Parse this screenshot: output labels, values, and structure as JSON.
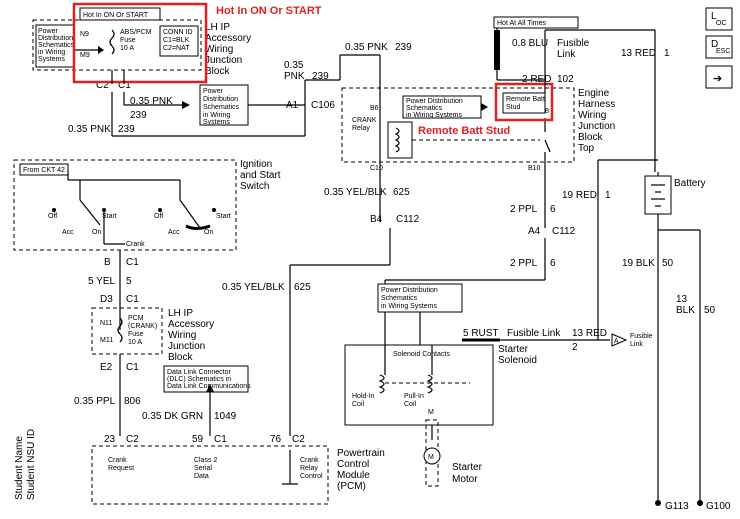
{
  "annotations": {
    "hot_in_on_start": "Hot In ON Or START",
    "remote_batt_stud": "Remote Batt Stud",
    "student_name": "Student Name",
    "student_nsu_id": "Student NSU ID"
  },
  "lh_ip_top": {
    "hot_label": "Hot In ON Or START",
    "pds_box": [
      "Power",
      "Distribution",
      "Schematics",
      "in Wiring",
      "Systems"
    ],
    "fuse_name": [
      "ABS/PCM",
      "Fuse",
      "10 A"
    ],
    "n9": "N9",
    "m9": "M9",
    "conn_id": [
      "CONN ID",
      "C1=BLK",
      "C2=NAT"
    ],
    "title": [
      "LH IP",
      "Accessory",
      "Wiring",
      "Junction",
      "Block"
    ],
    "c2": "C2",
    "c1": "C1"
  },
  "wires": {
    "pnk_035_a": "0.35 PNK",
    "pnk_239_a": "239",
    "pnk_035_b": "0.35",
    "pnk_b2": "PNK",
    "pnk_239_b": "239",
    "pnk_035_c": "0.35 PNK",
    "pnk_239_c": "239",
    "pnk_035_d": "0.35 PNK",
    "pnk_239_d": "239",
    "a1": "A1",
    "c106": "C106",
    "blu_08": "0.8 BLU",
    "red_13_top": "13 RED",
    "red_13_top_num": "1",
    "red_2": "2 RED",
    "red_2_num": "102",
    "fusible_link": [
      "Fusible",
      "Link"
    ],
    "yel_blk_035": "0.35 YEL/BLK",
    "yel_blk_625": "625",
    "b4": "B4",
    "c112_a": "C112",
    "red_19": "19 RED",
    "red_19_num": "1",
    "ppl_2_a": "2 PPL",
    "ppl_6_a": "6",
    "a4": "A4",
    "c112_b": "C112",
    "ppl_2_b": "2 PPL",
    "ppl_6_b": "6",
    "blk_19": "19 BLK",
    "blk_19_num": "50",
    "blk_13": "13",
    "blk_13b": "BLK",
    "blk_13_num": "50",
    "yel_blk_035_b": "0.35 YEL/BLK",
    "yel_blk_625_b": "625",
    "b": "B",
    "c1_a": "C1",
    "yel_5": "5 YEL",
    "yel_5_num": "5",
    "d3": "D3",
    "c1_b": "C1",
    "e2": "E2",
    "c1_c": "C1",
    "ppl_035": "0.35 PPL",
    "ppl_806": "806",
    "grn_035": "0.35 DK GRN",
    "grn_1049": "1049",
    "rust_5": "5 RUST",
    "fusible_link_2": "Fusible Link",
    "red_13_b": "13 RED",
    "red_13_b_num": "2",
    "fusible_link_side": [
      "Fusible",
      "Link"
    ],
    "a_tag": "A"
  },
  "hot_at_all_times": "Hot At All Times",
  "engine_block": {
    "pds_box": [
      "Power Distribution",
      "Schematics",
      "in Wiring Systems"
    ],
    "title": [
      "Engine",
      "Harness",
      "Wiring",
      "Junction",
      "Block",
      "Top"
    ],
    "b6": "B6",
    "c8": "C8",
    "c10": "C10",
    "b10": "B10",
    "crank_relay": [
      "CRANK",
      "Relay"
    ],
    "stud": [
      "Remote Batt",
      "Stud"
    ]
  },
  "battery": "Battery",
  "ignition": {
    "title": [
      "Ignition",
      "and Start",
      "Switch"
    ],
    "from_ckt": "From CKT 42",
    "off_l": "Off",
    "start_l": "Start",
    "acc_l": "Acc",
    "on_l": "On",
    "off_r": "Off",
    "start_r": "Start",
    "acc_r": "Acc",
    "on_r": "On",
    "crank": "Crank"
  },
  "lh_ip_mid": {
    "n11": "N11",
    "m11": "M11",
    "fuse": [
      "PCM",
      "(CRANK)",
      "Fuse",
      "10 A"
    ],
    "title": [
      "LH IP",
      "Accessory",
      "Wiring",
      "Junction",
      "Block"
    ]
  },
  "dlc": [
    "Data Link Connector",
    "(DLC) Schematics in",
    "Data Link Communications"
  ],
  "starter": {
    "pds_box": [
      "Power Distribution",
      "Schematics",
      "in Wiring Systems"
    ],
    "solenoid_contacts": "Solenoid Contacts",
    "hold_in": [
      "Hold-In",
      "Coil"
    ],
    "pull_in": [
      "Pull-In",
      "Coil"
    ],
    "m": "M",
    "title_sol": [
      "Starter",
      "Solenoid"
    ],
    "title_motor": [
      "Starter",
      "Motor"
    ]
  },
  "pcm": {
    "title": [
      "Powertrain",
      "Control",
      "Module",
      "(PCM)"
    ],
    "pin23": "23",
    "c2_a": "C2",
    "pin59": "59",
    "c1": "C1",
    "pin76": "76",
    "c2_b": "C2",
    "crank_request": [
      "Crank",
      "Request"
    ],
    "class2": [
      "Class 2",
      "Serial",
      "Data"
    ],
    "crank_relay": [
      "Crank",
      "Relay",
      "Control"
    ]
  },
  "grounds": {
    "g113": "G113",
    "g100": "G100"
  },
  "nav": {
    "loc": [
      "L",
      "OC"
    ],
    "desc": [
      "D",
      "ESC"
    ],
    "arrow": "➔"
  }
}
